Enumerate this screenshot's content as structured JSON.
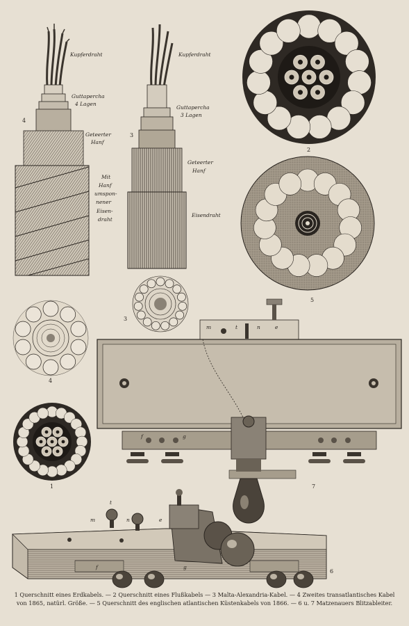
{
  "labels": {
    "cable4": {
      "number": "4",
      "kupferdraht": "Kupferdraht",
      "guttapercha_l1": "Guttapercha",
      "guttapercha_l2": "4 Lagen",
      "hanf_l1": "Geteerter",
      "hanf_l2": "Hanf",
      "eisen_l1": "Mit",
      "eisen_l2": "Hanf",
      "eisen_l3": "umspon-",
      "eisen_l4": "nener",
      "eisen_l5": "Eisen-",
      "eisen_l6": "draht"
    },
    "cable3": {
      "number": "3",
      "kupferdraht": "Kupferdraht",
      "guttapercha_l1": "Guttapercha",
      "guttapercha_l2": "3 Lagen",
      "hanf_l1": "Geteerter",
      "hanf_l2": "Hanf",
      "eisendraht": "Eisendraht"
    },
    "section2": "2",
    "section5": "5",
    "section3": "3",
    "section4": "4",
    "section1": "1",
    "device7": "7",
    "device6": "6",
    "device7_letters": {
      "m": "m",
      "t": "t",
      "n": "n",
      "e": "e",
      "f": "f",
      "g": "g"
    },
    "device6_letters": {
      "m": "m",
      "t": "t",
      "n": "n",
      "e": "e",
      "f": "f",
      "g": "g"
    }
  },
  "caption": {
    "line1": "1 Querschnitt eines Erdkabels. — 2 Querschnitt eines Flußkabels — 3 Malta-Alexandria-Kabel. — 4 Zweites transatlantisches Kabel",
    "line2": "von 1865, natürl. Größe. — 5 Querschnitt des englischen atlantischen Küstenkabels von 1866. — 6 u. 7 Matzenauers Blitzableiter."
  },
  "colors": {
    "paper": "#e7e0d3",
    "ink": "#2a2520",
    "mid": "#8a8276",
    "dark": "#3a342d"
  }
}
